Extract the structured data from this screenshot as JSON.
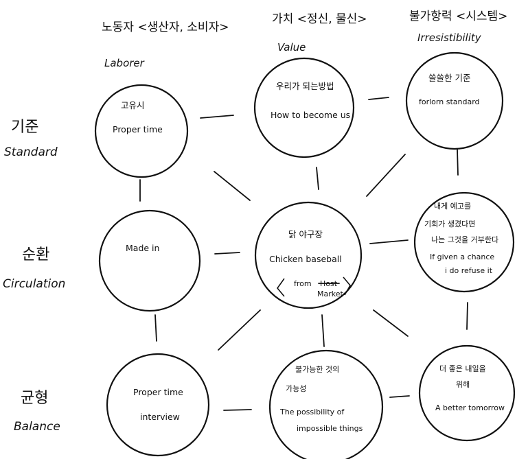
{
  "columns": [
    {
      "ko": "노동자 <생산자, 소비자>",
      "en": "Laborer"
    },
    {
      "ko": "가치 <정신, 물신>",
      "en": "Value"
    },
    {
      "ko": "불가항력 <시스템>",
      "en": "Irresistibility"
    }
  ],
  "rows": [
    {
      "ko": "기준",
      "en": "Standard"
    },
    {
      "ko": "순환",
      "en": "Circulation"
    },
    {
      "ko": "균형",
      "en": "Balance"
    }
  ],
  "nodes": {
    "r1c1": {
      "lines": [
        "고유시",
        "Proper time"
      ]
    },
    "r1c2": {
      "lines": [
        "우리가 되는방법",
        "How to become us"
      ]
    },
    "r1c3": {
      "lines": [
        "쓸쓸한 기준",
        "forlorn standard"
      ]
    },
    "r2c1": {
      "lines": [
        "Made in"
      ]
    },
    "r2c2": {
      "lines": [
        "닭 야구장",
        "Chicken baseball"
      ],
      "note": "from",
      "struck": "Host",
      "note2": "Market"
    },
    "r2c3": {
      "lines": [
        "내게 예고를",
        "기회가 생겼다면",
        "나는 그것을 거부한다",
        "If given a chance",
        "i do refuse it"
      ]
    },
    "r3c1": {
      "lines": [
        "Proper time",
        "interview"
      ]
    },
    "r3c2": {
      "lines": [
        "불가능한 것의",
        "가능성",
        "The possibility of",
        "impossible things"
      ]
    },
    "r3c3": {
      "lines": [
        "더 좋은 내일을",
        "위해",
        "A better tomorrow"
      ]
    }
  }
}
